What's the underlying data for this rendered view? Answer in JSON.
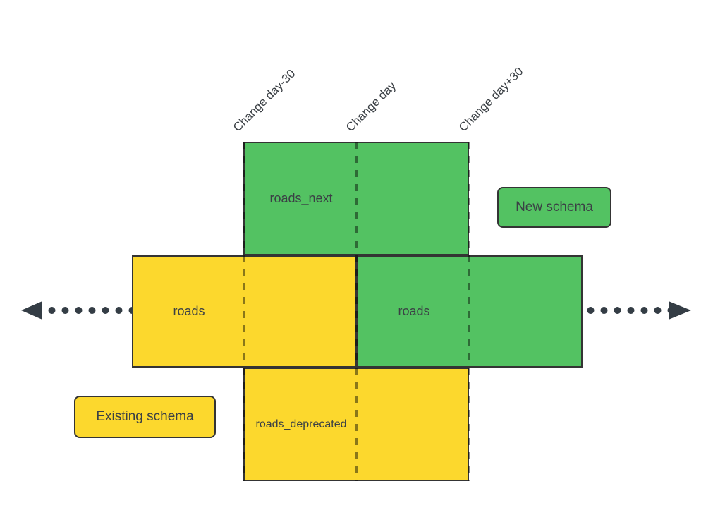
{
  "timeline": {
    "labels": [
      "Change day-30",
      "Change day",
      "Change day+30"
    ]
  },
  "boxes": {
    "roads_next": {
      "label": "roads_next"
    },
    "roads_existing": {
      "label": "roads"
    },
    "roads_new": {
      "label": "roads"
    },
    "roads_deprecated": {
      "label": "roads_deprecated"
    }
  },
  "legend": {
    "new_schema": {
      "label": "New schema"
    },
    "existing_schema": {
      "label": "Existing schema"
    }
  },
  "colors": {
    "new_schema_fill": "#53c262",
    "existing_schema_fill": "#fcd82d",
    "shape_border": "#343434",
    "arrow_and_dots": "#343d45",
    "label_text": "#3b4045"
  }
}
